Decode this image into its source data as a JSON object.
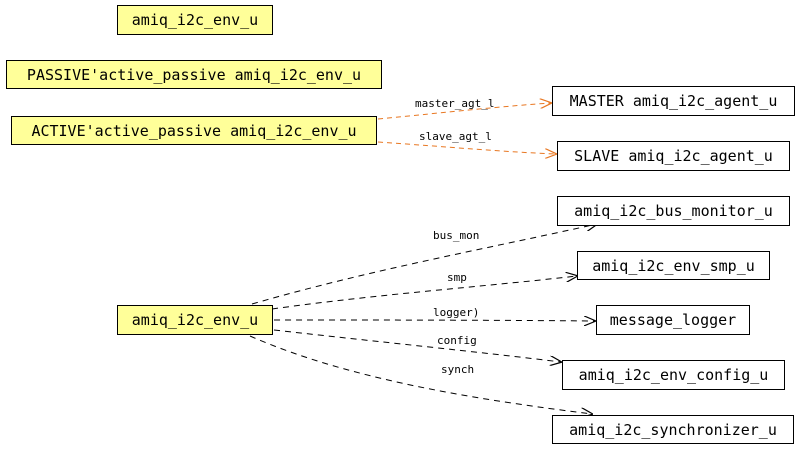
{
  "colors": {
    "entity_fill": "#ffff99",
    "unit_fill": "#ffffff",
    "border": "#000000",
    "agent_edge": "#e87722",
    "default_edge": "#000000"
  },
  "nodes": {
    "env_top": "amiq_i2c_env_u",
    "env_passive": "PASSIVE'active_passive amiq_i2c_env_u",
    "env_active": "ACTIVE'active_passive amiq_i2c_env_u",
    "master_agent": "MASTER amiq_i2c_agent_u",
    "slave_agent": "SLAVE amiq_i2c_agent_u",
    "bus_monitor": "amiq_i2c_bus_monitor_u",
    "env_main": "amiq_i2c_env_u",
    "env_smp": "amiq_i2c_env_smp_u",
    "message_logger": "message_logger",
    "env_config": "amiq_i2c_env_config_u",
    "synchronizer": "amiq_i2c_synchronizer_u"
  },
  "edges": {
    "master_agt_l": "master_agt_l",
    "slave_agt_l": "slave_agt_l",
    "bus_mon": "bus_mon",
    "smp": "smp",
    "logger": "logger)",
    "config": "config",
    "synch": "synch"
  }
}
